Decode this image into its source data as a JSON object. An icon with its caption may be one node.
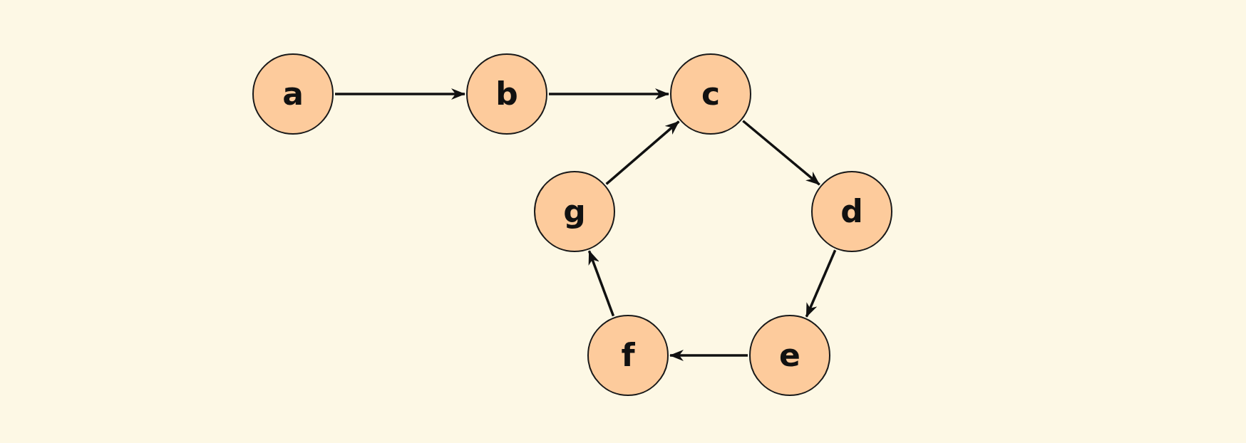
{
  "diagram": {
    "nodes": [
      {
        "text": [
          "a"
        ]
      },
      {
        "text": [
          "b"
        ]
      },
      {
        "text": [
          "c"
        ]
      },
      {
        "text": [
          "g"
        ]
      },
      {
        "text": [
          "d"
        ]
      },
      {
        "text": [
          "f"
        ]
      },
      {
        "text": [
          "e"
        ]
      }
    ],
    "edges": [
      {
        "from": 0,
        "to": 1,
        "arrow": "to"
      },
      {
        "from": 1,
        "to": 2,
        "arrow": "to"
      },
      {
        "from": 3,
        "to": 2,
        "arrow": "to"
      },
      {
        "from": 2,
        "to": 4,
        "arrow": "to"
      },
      {
        "from": 4,
        "to": 6,
        "arrow": "to"
      },
      {
        "from": 6,
        "to": 5,
        "arrow": "to"
      },
      {
        "from": 5,
        "to": 3,
        "arrow": "to"
      }
    ]
  }
}
